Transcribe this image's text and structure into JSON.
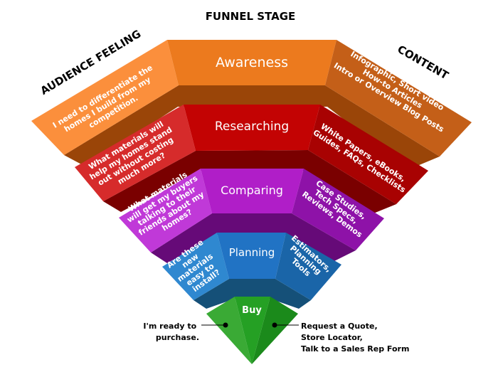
{
  "headers": {
    "funnel_stage": "FUNNEL STAGE",
    "audience_feeling": "AUDIENCE FEELING",
    "content": "CONTENT"
  },
  "stages": [
    {
      "name": "Awareness",
      "feeling": [
        "I need to differentiate the",
        "homes I build from my",
        "competition."
      ],
      "content": [
        "Infographic, Short video",
        "How-to Articles",
        "Intro or Overview Blog Posts"
      ],
      "colors": {
        "front": "#ec7a1e",
        "left": "#fb8f3c",
        "right": "#c45f18",
        "depth": "#9a4508"
      }
    },
    {
      "name": "Researching",
      "feeling": [
        "What materials will",
        "help my homes stand",
        "out without costing",
        "much more?"
      ],
      "content": [
        "White Papers, eBooks,",
        "Guides, FAQs, Checklists"
      ],
      "colors": {
        "front": "#c30303",
        "left": "#d62b2b",
        "right": "#a80202",
        "depth": "#7a0000"
      }
    },
    {
      "name": "Comparing",
      "feeling": [
        "What materials",
        "will get my buyers",
        "talking to their",
        "friends about my",
        "homes?"
      ],
      "content": [
        "Case Studies,",
        "Tech Specs,",
        "Reviews, Demos"
      ],
      "colors": {
        "front": "#b01ec8",
        "left": "#c039d8",
        "right": "#8e12a8",
        "depth": "#660a78"
      }
    },
    {
      "name": "Planning",
      "feeling": [
        "Are these",
        "new",
        "materials",
        "easy to",
        "install?"
      ],
      "content": [
        "Estimators,",
        "Planning",
        "Tools"
      ],
      "colors": {
        "front": "#2173c4",
        "left": "#2f88d0",
        "right": "#1a65a8",
        "depth": "#155078"
      }
    }
  ],
  "buy": {
    "name": "Buy",
    "feeling": [
      "I'm ready to",
      "purchase."
    ],
    "content": [
      "Request a Quote,",
      "Store Locator,",
      "Talk to a Sales Rep Form"
    ],
    "colors": {
      "left": "#3aaa35",
      "middle": "#25a024",
      "right": "#1b8a1b"
    }
  }
}
